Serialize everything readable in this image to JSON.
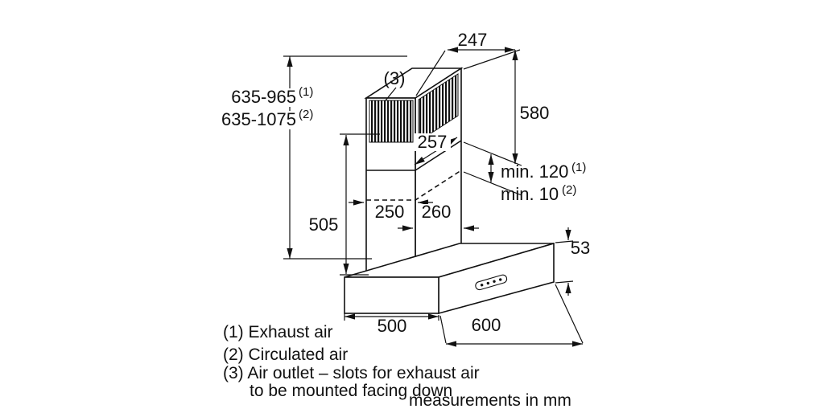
{
  "figure": {
    "kind": "wall-mounted chimney hood installation dimension drawing"
  },
  "dims": {
    "chimney_top_depth": "247",
    "overall_height_exhaust": "635-965",
    "overall_height_exhaust_ref": "(1)",
    "overall_height_circulated": "635-1075",
    "overall_height_circulated_ref": "(2)",
    "upper_chimney_height": "580",
    "chimney_joint_depth": "257",
    "min_clearance_exhaust": "min. 120",
    "min_clearance_exhaust_ref": "(1)",
    "min_clearance_circulated": "min. 10",
    "min_clearance_circulated_ref": "(2)",
    "lower_chimney_height": "505",
    "chimney_width": "250",
    "chimney_bottom_depth": "260",
    "canopy_height": "53",
    "canopy_depth": "500",
    "canopy_width": "600",
    "air_outlet_ref": "(3)"
  },
  "legend": {
    "exhaust": "(1) Exhaust air",
    "circulated": "(2) Circulated air",
    "outlet_line1": "(3) Air outlet – slots for exhaust air",
    "outlet_line2": "to be mounted facing down",
    "units": "measurements in mm"
  },
  "colors": {
    "line": "#111111",
    "background": "#ffffff"
  }
}
